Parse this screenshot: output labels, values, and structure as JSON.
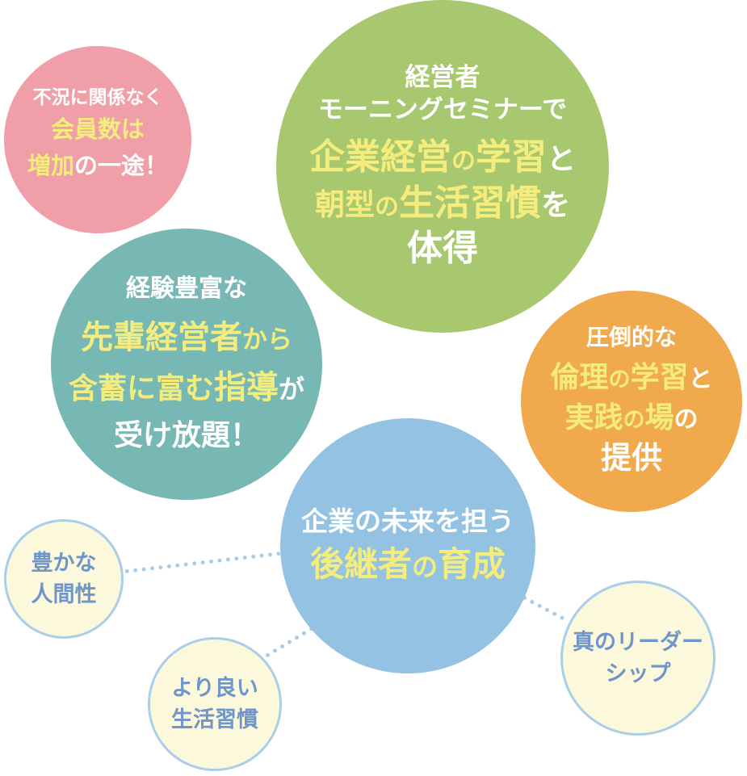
{
  "colors": {
    "background": "#FFFFFF",
    "bubble_pink": "#F09FA9",
    "bubble_green": "#A8C870",
    "bubble_teal": "#78B8B4",
    "bubble_orange": "#F0A94D",
    "bubble_blue": "#93C2E3",
    "bubble_cream_fill": "#FBF8DC",
    "bubble_cream_border": "#A9CEE9",
    "text_white": "#FFFFFF",
    "text_yellow": "#F4EC7D",
    "text_blue": "#7095C8",
    "connector_dots": "#A9CBE5"
  },
  "bubbles": {
    "membership": {
      "lines": [
        [
          "不況に関係なく"
        ],
        [
          "会員数は"
        ],
        [
          "増加",
          "の一途！"
        ]
      ]
    },
    "seminar": {
      "lines": [
        [
          "経営者"
        ],
        [
          "モーニングセミナーで"
        ],
        [
          "企業経営",
          "の",
          "学習",
          "と"
        ],
        [
          "朝型",
          "の",
          "生活習慣",
          "を"
        ],
        [
          "体得"
        ]
      ]
    },
    "mentoring": {
      "lines": [
        [
          "経験豊富な"
        ],
        [
          "先輩経営者",
          "から"
        ],
        [
          "含蓄に富む",
          "指導",
          "が"
        ],
        [
          "受け放題！"
        ]
      ]
    },
    "ethics": {
      "lines": [
        [
          "圧倒的な"
        ],
        [
          "倫理",
          "の",
          "学習",
          "と"
        ],
        [
          "実践",
          "の",
          "場",
          "の"
        ],
        [
          "提供"
        ]
      ]
    },
    "successor": {
      "lines": [
        [
          "企業の未来を担う"
        ],
        [
          "後継者",
          "の",
          "育成"
        ]
      ]
    },
    "humanity": {
      "lines": [
        [
          "豊かな"
        ],
        [
          "人間性"
        ]
      ]
    },
    "lifestyle": {
      "lines": [
        [
          "より良い"
        ],
        [
          "生活習慣"
        ]
      ]
    },
    "leadership": {
      "lines": [
        [
          "真のリーダー"
        ],
        [
          "シップ"
        ]
      ]
    }
  }
}
